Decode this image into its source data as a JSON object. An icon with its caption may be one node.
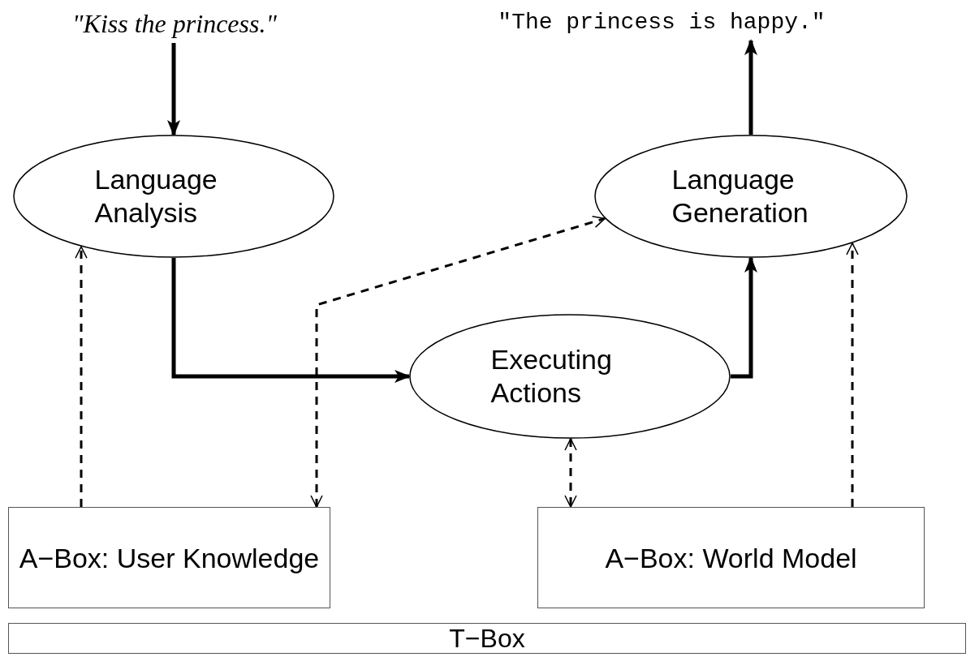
{
  "diagram": {
    "nodes": [
      {
        "text": [
          "\"Kiss the princess.\""
        ]
      },
      {
        "text": [
          "\"The princess is happy.\""
        ]
      },
      {
        "text": [
          "Language Analysis"
        ]
      },
      {
        "text": [
          "Language Generation"
        ]
      },
      {
        "text": [
          "Executing Actions"
        ]
      },
      {
        "text": [
          "A−Box: User Knowledge"
        ]
      },
      {
        "text": [
          "A−Box: World Model"
        ]
      },
      {
        "text": [
          "T−Box"
        ]
      }
    ],
    "edges": [
      {
        "from": 0,
        "to": 2,
        "arrow": "to"
      },
      {
        "from": 3,
        "to": 1,
        "arrow": "to"
      },
      {
        "from": 2,
        "to": 4,
        "arrow": "to"
      },
      {
        "from": 4,
        "to": 3,
        "arrow": "to"
      },
      {
        "from": 5,
        "to": 2,
        "arrow": "to",
        "style": "dashed"
      },
      {
        "from": 5,
        "to": 3,
        "arrow": "both",
        "style": "dashed"
      },
      {
        "from": 4,
        "to": 6,
        "arrow": "both",
        "style": "dashed"
      },
      {
        "from": 6,
        "to": 3,
        "arrow": "to",
        "style": "dashed"
      }
    ]
  }
}
